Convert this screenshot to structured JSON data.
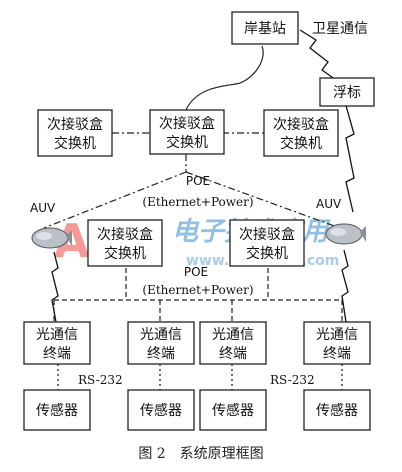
{
  "shore_station": {
    "label": "岸基站"
  },
  "satellite": {
    "label": "卫星通信"
  },
  "buoy": {
    "label": "浮标"
  },
  "switch_row1": [
    {
      "line1": "次接驳盒",
      "line2": "交换机"
    },
    {
      "line1": "次接驳盒",
      "line2": "交换机"
    },
    {
      "line1": "次接驳盒",
      "line2": "交换机"
    }
  ],
  "switch_row2": [
    {
      "line1": "次接驳盒",
      "line2": "交换机"
    },
    {
      "line1": "次接驳盒",
      "line2": "交换机"
    }
  ],
  "poe_top": {
    "line1": "POE",
    "line2": "(Ethernet+Power)"
  },
  "poe_bottom": {
    "line1": "POE",
    "line2": "(Ethernet+Power)"
  },
  "auv_left": {
    "label": "AUV"
  },
  "auv_right": {
    "label": "AUV"
  },
  "terminals": [
    {
      "line1": "光通信",
      "line2": "终端"
    },
    {
      "line1": "光通信",
      "line2": "终端"
    },
    {
      "line1": "光通信",
      "line2": "终端"
    },
    {
      "line1": "光通信",
      "line2": "终端"
    }
  ],
  "rs232_left": {
    "label": "RS-232"
  },
  "rs232_right": {
    "label": "RS-232"
  },
  "sensors": [
    {
      "label": "传感器"
    },
    {
      "label": "传感器"
    },
    {
      "label": "传感器"
    },
    {
      "label": "传感器"
    }
  ],
  "watermark": {
    "logo": "AET",
    "chinese": "电子技术应用",
    "url": "www.ChinaAET.com"
  },
  "caption": {
    "label": "图 2　系统原理框图"
  },
  "colors": {
    "line": "#222222",
    "watermark_red": "#e8312f",
    "watermark_blue": "#2a7fc1"
  }
}
